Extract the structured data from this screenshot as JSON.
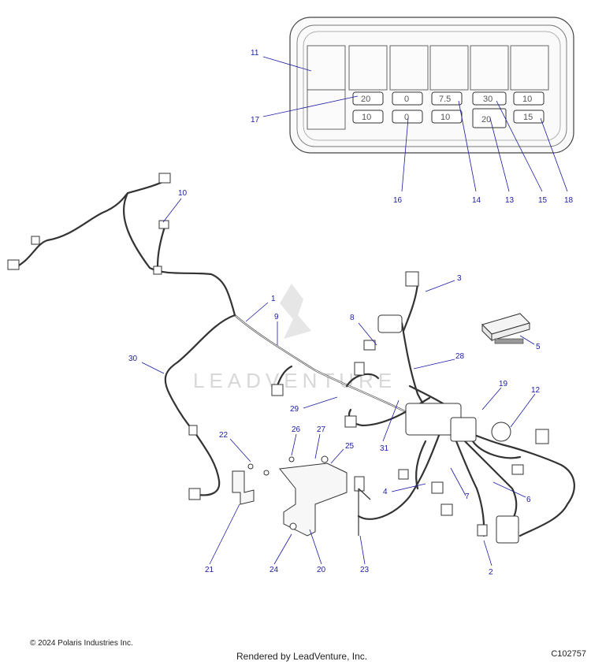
{
  "fuse_box": {
    "fuses_top": [
      "20",
      "0",
      "7.5",
      "30",
      "10"
    ],
    "fuses_bottom": [
      "10",
      "0",
      "10",
      "20",
      "15"
    ]
  },
  "callouts": {
    "c1": "1",
    "c2": "2",
    "c3": "3",
    "c4": "4",
    "c5": "5",
    "c6": "6",
    "c7": "7",
    "c8": "8",
    "c9": "9",
    "c10": "10",
    "c11": "11",
    "c12": "12",
    "c13": "13",
    "c14": "14",
    "c15": "15",
    "c16": "16",
    "c17": "17",
    "c18": "18",
    "c19": "19",
    "c20": "20",
    "c21": "21",
    "c22": "22",
    "c23": "23",
    "c24": "24",
    "c25": "25",
    "c26": "26",
    "c27": "27",
    "c28": "28",
    "c29": "29",
    "c30": "30",
    "c31": "31"
  },
  "watermark": "LEADVENTURE",
  "footer": {
    "copyright": "© 2024 Polaris Industries Inc.",
    "rendered_by": "Rendered by LeadVenture, Inc.",
    "code": "C102757"
  }
}
